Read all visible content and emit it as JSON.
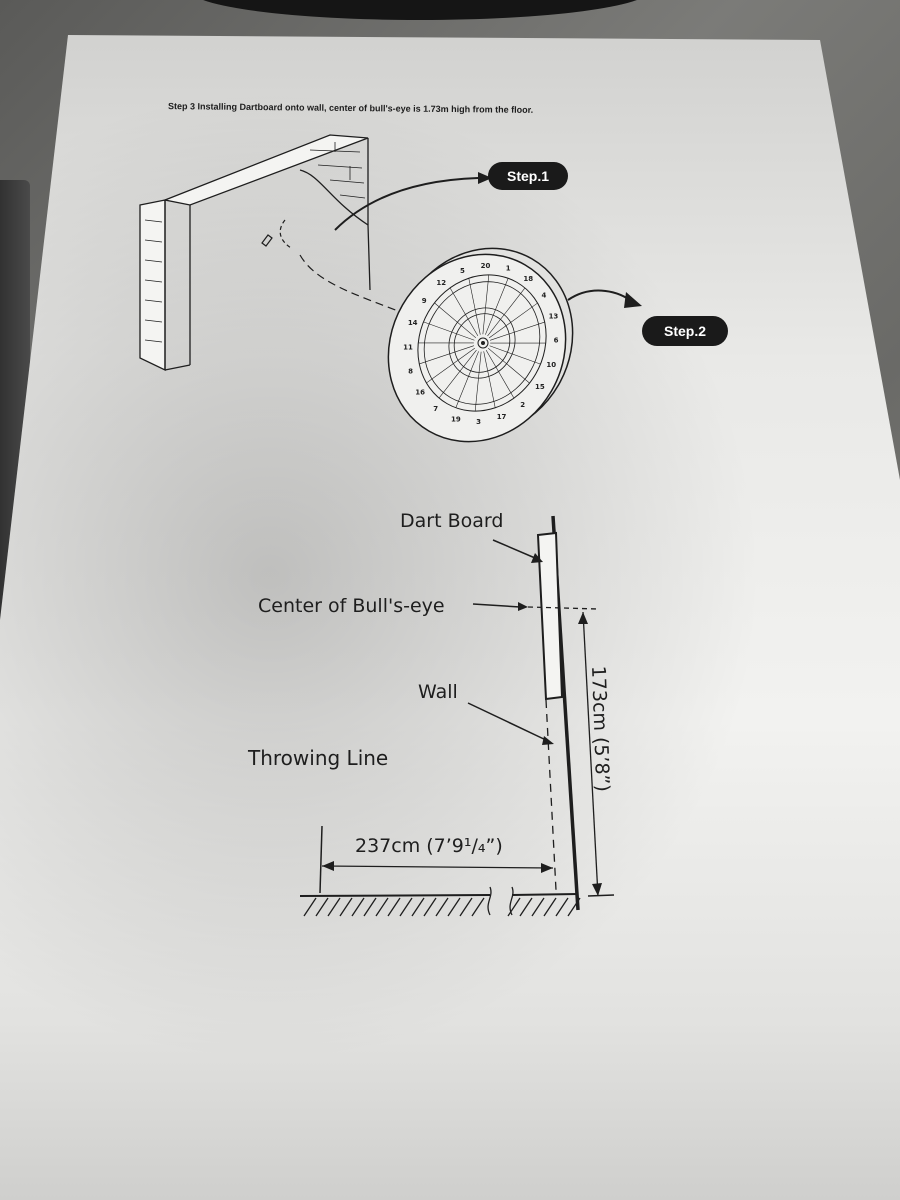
{
  "document": {
    "heading": "Step 3 Installing Dartboard onto wall, center of bull's-eye is 1.73m high from the floor.",
    "step1_label": "Step.1",
    "step2_label": "Step.2",
    "dartboard_numbers": [
      "20",
      "1",
      "18",
      "4",
      "13",
      "6",
      "10",
      "15",
      "2",
      "17",
      "3",
      "19",
      "7",
      "16",
      "8",
      "11",
      "14",
      "9",
      "12",
      "5"
    ],
    "diagram_labels": {
      "dart_board": "Dart Board",
      "center_bullseye": "Center of Bull's-eye",
      "wall": "Wall",
      "throwing_line": "Throwing Line",
      "distance": "237cm (7’9¹/₄”)",
      "height": "173cm (5’8”)"
    }
  },
  "colors": {
    "ink": "#1e1e1e",
    "pill": "#1a1a1a",
    "paper": "#ececea"
  }
}
